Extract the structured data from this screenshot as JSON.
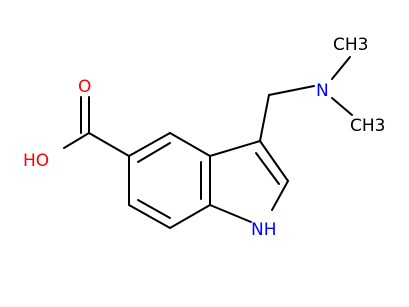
{
  "molecule": {
    "colors": {
      "bond": "#000000",
      "carbon_label": "#000000",
      "oxygen": "#ff0000",
      "nitrogen": "#0000ff"
    },
    "labels": {
      "carbonyl_oxygen": "O",
      "hydroxyl": "HO",
      "amine_nitrogen": "N",
      "methyl_top": "CH3",
      "methyl_bottom": "CH3",
      "indole_nh": "NH"
    }
  }
}
